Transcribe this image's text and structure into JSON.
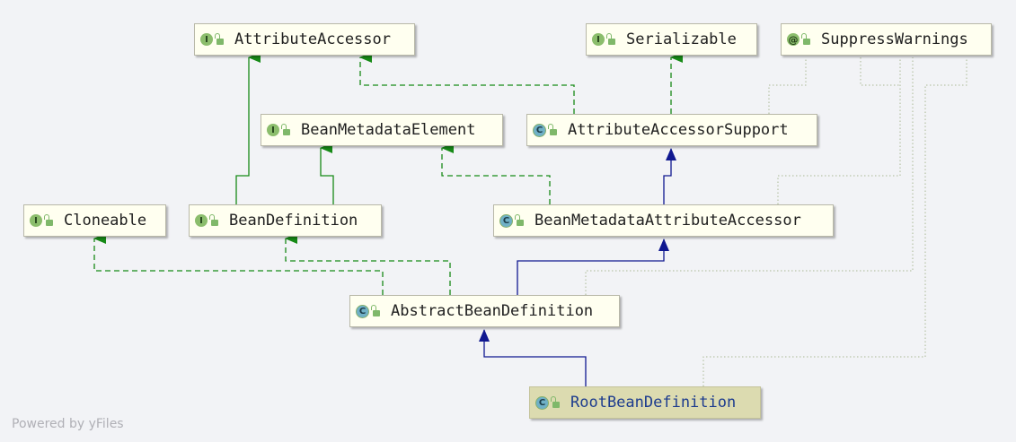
{
  "diagram": {
    "nodes": [
      {
        "id": "attribute-accessor",
        "label": "AttributeAccessor",
        "kind": "I"
      },
      {
        "id": "serializable",
        "label": "Serializable",
        "kind": "I"
      },
      {
        "id": "suppress-warnings",
        "label": "SuppressWarnings",
        "kind": "@"
      },
      {
        "id": "bean-metadata-element",
        "label": "BeanMetadataElement",
        "kind": "I"
      },
      {
        "id": "attribute-accessor-support",
        "label": "AttributeAccessorSupport",
        "kind": "C"
      },
      {
        "id": "cloneable",
        "label": "Cloneable",
        "kind": "I"
      },
      {
        "id": "bean-definition",
        "label": "BeanDefinition",
        "kind": "I"
      },
      {
        "id": "bean-metadata-attribute-accessor",
        "label": "BeanMetadataAttributeAccessor",
        "kind": "C"
      },
      {
        "id": "abstract-bean-definition",
        "label": "AbstractBeanDefinition",
        "kind": "C"
      },
      {
        "id": "root-bean-definition",
        "label": "RootBeanDefinition",
        "kind": "C"
      }
    ],
    "edges": [
      {
        "from": "bean-definition",
        "to": "attribute-accessor",
        "type": "extends-interface"
      },
      {
        "from": "bean-definition",
        "to": "bean-metadata-element",
        "type": "extends-interface"
      },
      {
        "from": "attribute-accessor-support",
        "to": "attribute-accessor",
        "type": "implements"
      },
      {
        "from": "attribute-accessor-support",
        "to": "serializable",
        "type": "implements"
      },
      {
        "from": "bean-metadata-attribute-accessor",
        "to": "bean-metadata-element",
        "type": "implements"
      },
      {
        "from": "bean-metadata-attribute-accessor",
        "to": "attribute-accessor-support",
        "type": "extends"
      },
      {
        "from": "abstract-bean-definition",
        "to": "cloneable",
        "type": "implements"
      },
      {
        "from": "abstract-bean-definition",
        "to": "bean-definition",
        "type": "implements"
      },
      {
        "from": "abstract-bean-definition",
        "to": "bean-metadata-attribute-accessor",
        "type": "extends"
      },
      {
        "from": "root-bean-definition",
        "to": "abstract-bean-definition",
        "type": "extends"
      },
      {
        "from": "attribute-accessor-support",
        "to": "suppress-warnings",
        "type": "annotated"
      },
      {
        "from": "bean-metadata-attribute-accessor",
        "to": "suppress-warnings",
        "type": "annotated"
      },
      {
        "from": "abstract-bean-definition",
        "to": "suppress-warnings",
        "type": "annotated"
      },
      {
        "from": "root-bean-definition",
        "to": "suppress-warnings",
        "type": "annotated"
      }
    ],
    "colors": {
      "interface_edge": "#178a17",
      "extends_edge": "#101890",
      "annotation_edge": "#a9b894",
      "node_fill": "#fffff0",
      "selected_fill": "#dcdbb0",
      "selected_text": "#1d3c8e"
    },
    "watermark": "Powered by yFiles"
  }
}
